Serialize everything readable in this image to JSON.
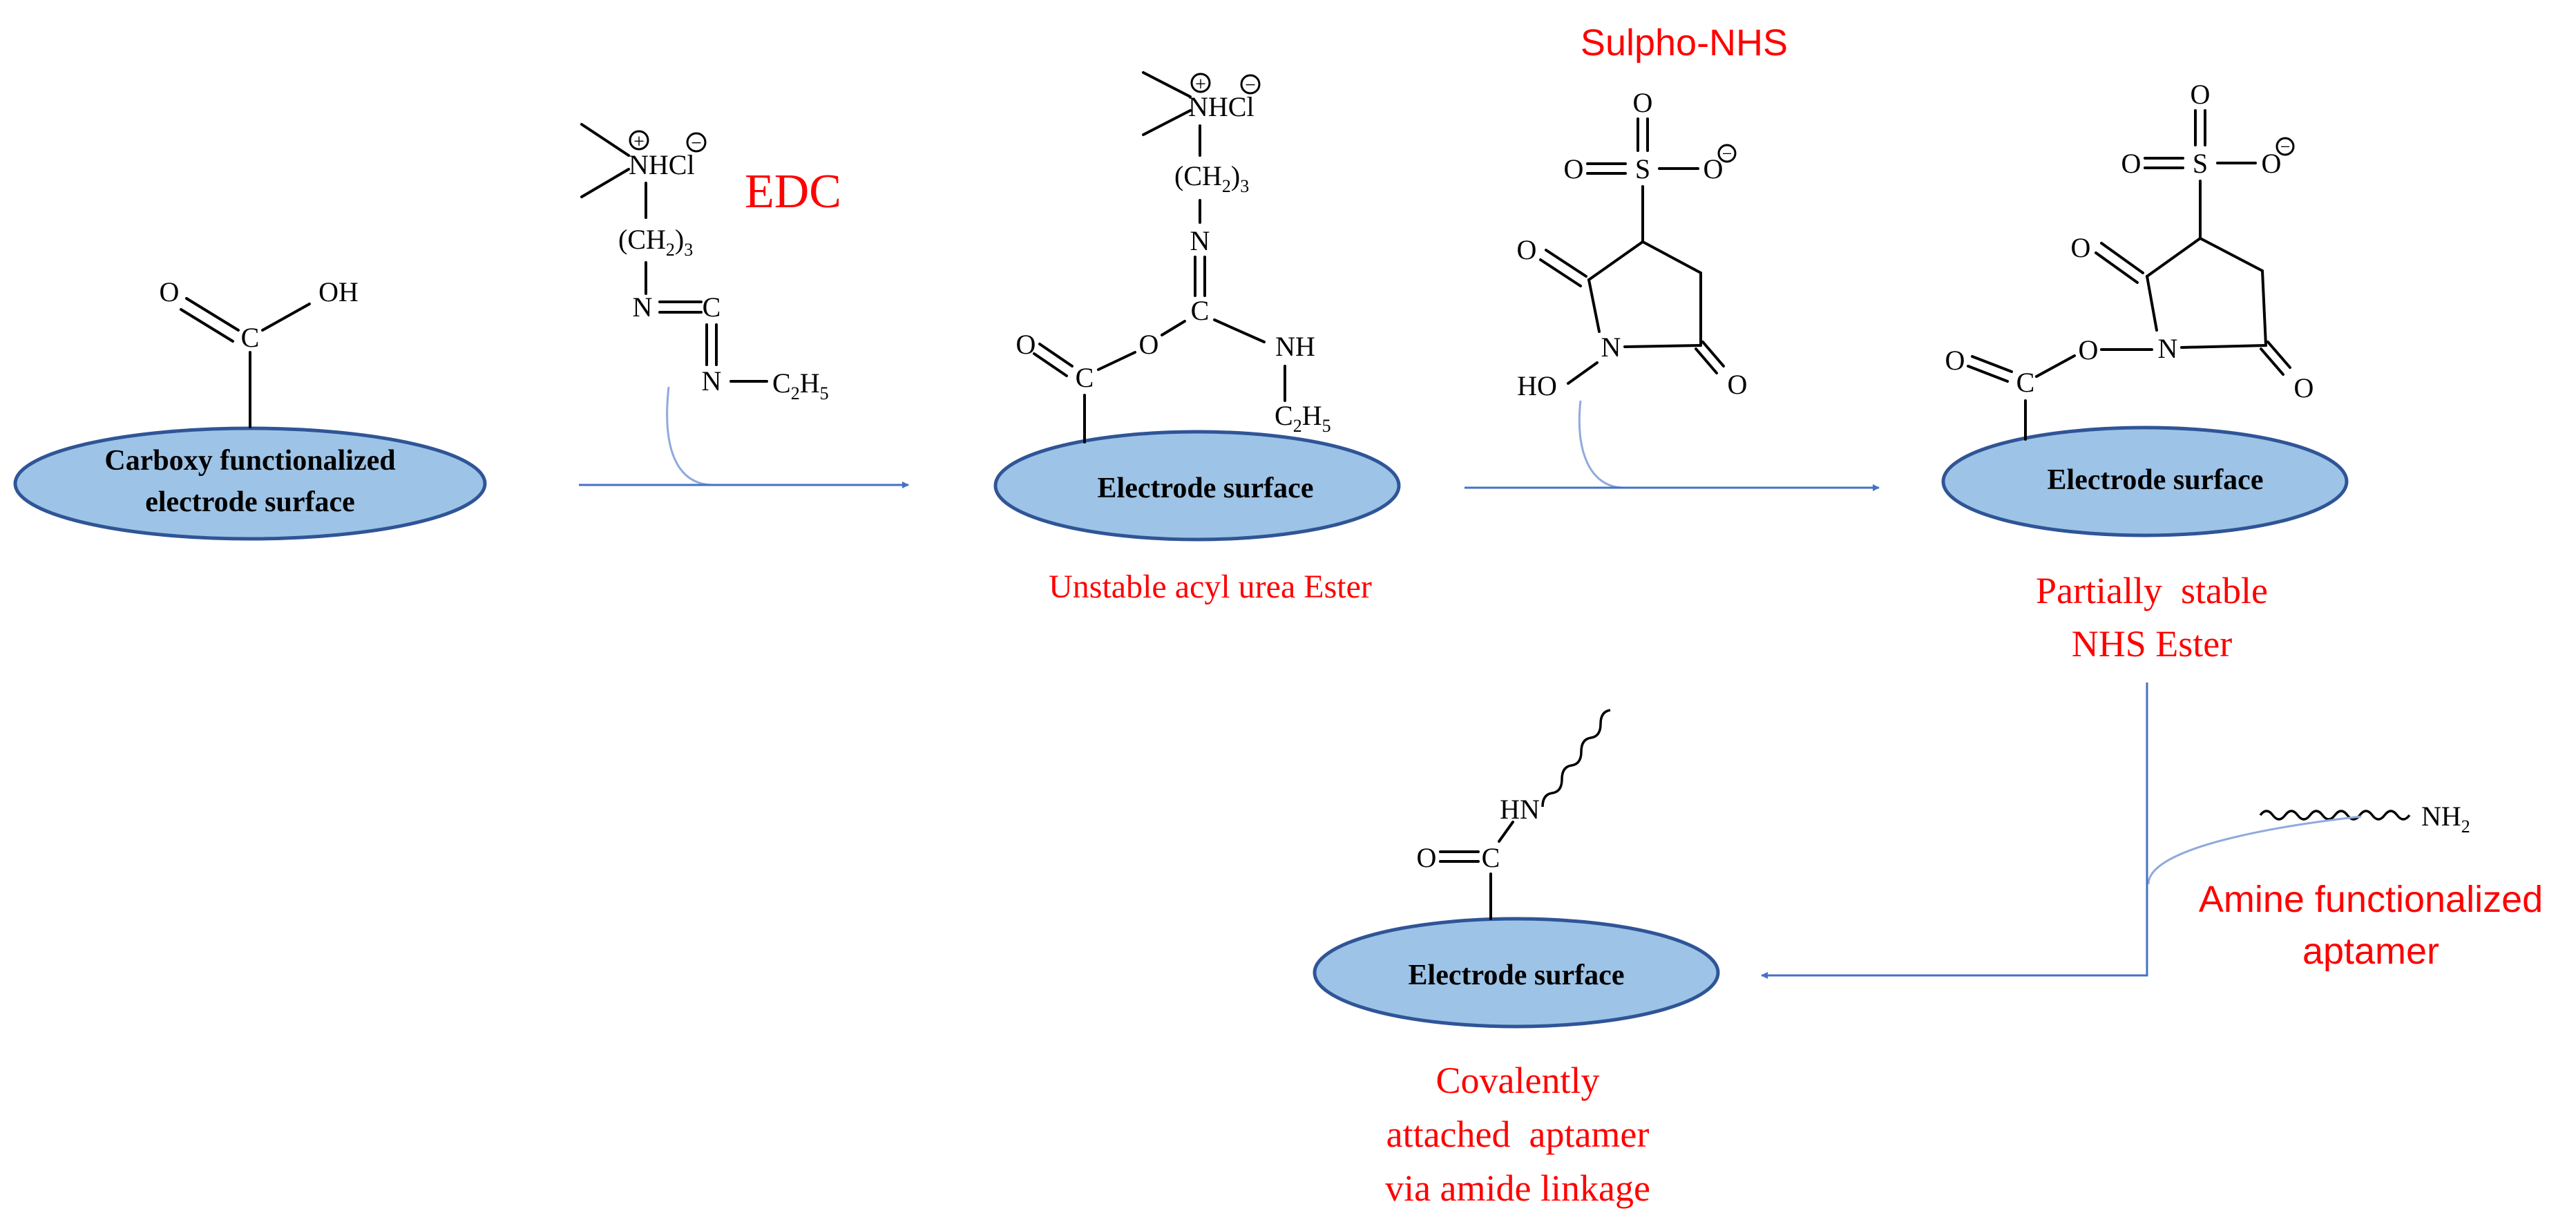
{
  "colors": {
    "accent_red": "#FF0000",
    "ellipse_fill": "#9DC3E6",
    "ellipse_stroke": "#2F5597",
    "arrow_blue": "#4472C4"
  },
  "step1": {
    "surface_line1": "Carboxy functionalized",
    "surface_line2": "electrode surface",
    "o": "O",
    "c": "C",
    "oh": "OH"
  },
  "edc": {
    "name": "EDC",
    "nhcl": "NHCl",
    "plus": "+",
    "minus": "−",
    "ch2": "(CH",
    "sub2": "2",
    "sub3": ")",
    "n3": "3",
    "n": "N",
    "c": "C",
    "c2h5_c": "C",
    "c2h5_2": "2",
    "c2h5_h": "H",
    "c2h5_5": "5"
  },
  "step2": {
    "surface": "Electrode surface",
    "caption": "Unstable acyl urea Ester",
    "o": "O",
    "c": "C",
    "nh": "NH",
    "n": "N",
    "nhcl": "NHCl",
    "ch2": "(CH",
    "sub2": "2",
    "n3": "3",
    "c2h5": "C",
    "c2h5_2": "2",
    "c2h5_h": "H",
    "c2h5_5": "5"
  },
  "sulpho": {
    "name": "Sulpho-NHS",
    "o": "O",
    "s": "S",
    "n": "N",
    "ho": "HO"
  },
  "step3": {
    "surface": "Electrode surface",
    "caption_line1": "Partially  stable",
    "caption_line2": "NHS Ester",
    "o": "O",
    "c": "C",
    "s": "S",
    "n": "N"
  },
  "aptamer": {
    "caption_line1": "Amine functionalized",
    "caption_line2": "aptamer",
    "nh2": "NH",
    "sub2": "2"
  },
  "final": {
    "surface": "Electrode surface",
    "caption_line1": "Covalently",
    "caption_line2": "attached  aptamer",
    "caption_line3": "via amide linkage",
    "o": "O",
    "c": "C",
    "hn": "HN"
  }
}
